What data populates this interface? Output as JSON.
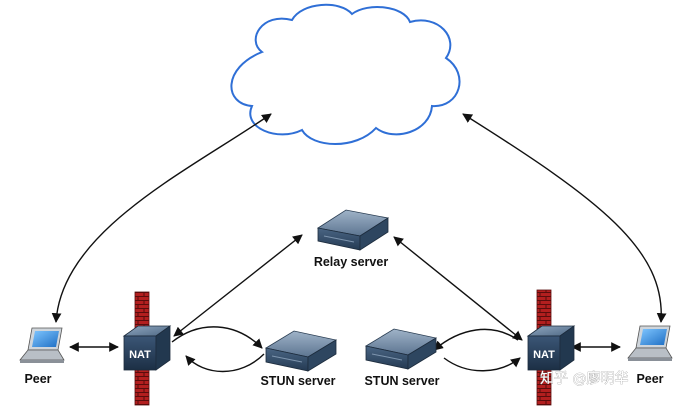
{
  "labels": {
    "relay_server": "Relay server",
    "stun_server_left": "STUN server",
    "stun_server_right": "STUN server",
    "peer_left": "Peer",
    "peer_right": "Peer",
    "nat_left": "NAT",
    "nat_right": "NAT"
  },
  "watermark": "知乎 @廖明华",
  "colors": {
    "cloud_stroke": "#2f6fd6",
    "firewall_brick": "#b31f1f",
    "nat_device": "#2d4a6e",
    "server_body": "#3f5a7a",
    "arrow": "#111111"
  }
}
